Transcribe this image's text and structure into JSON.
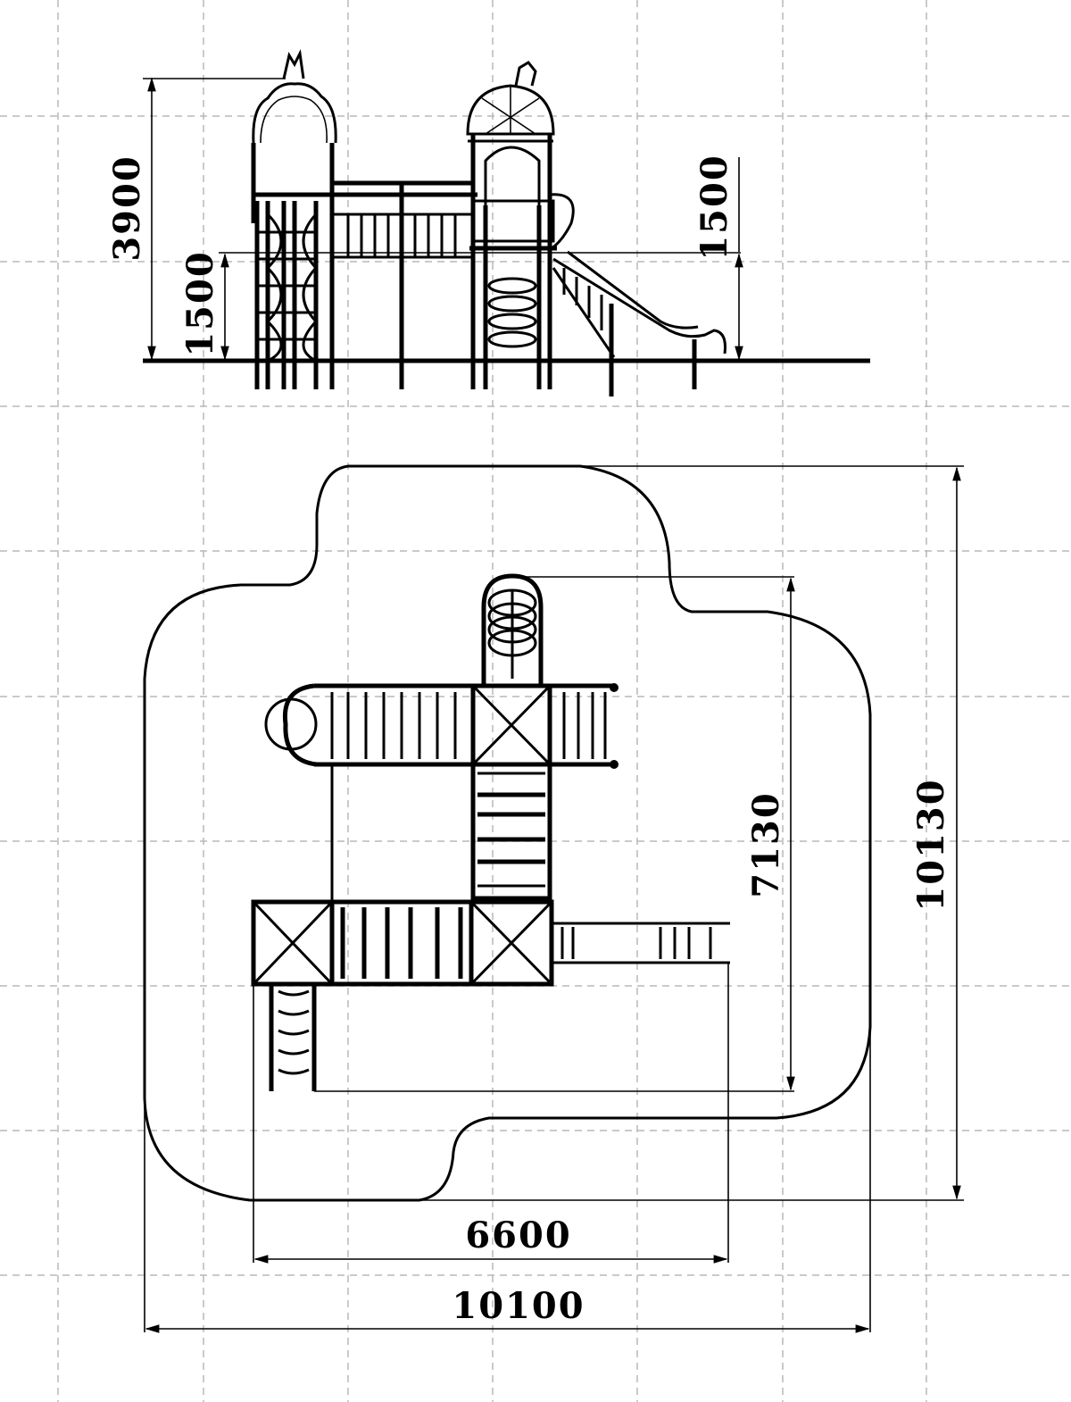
{
  "elevation": {
    "dim_total_height": "3900",
    "dim_platform_left": "1500",
    "dim_platform_right": "1500"
  },
  "plan": {
    "dim_depth": "7130",
    "dim_area_depth": "10130",
    "dim_width": "6600",
    "dim_area_width": "10100"
  }
}
